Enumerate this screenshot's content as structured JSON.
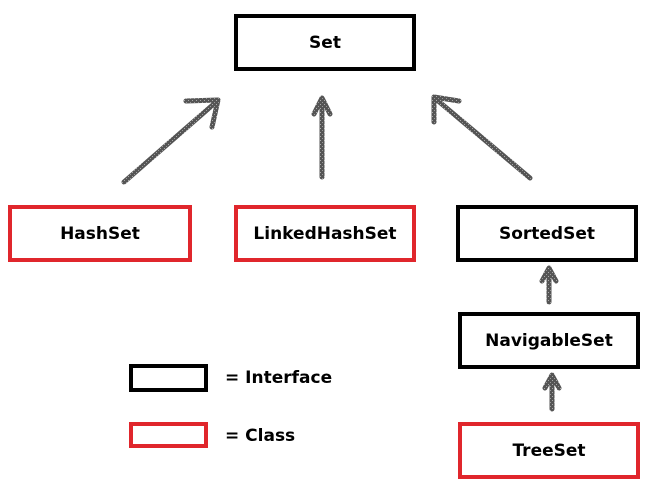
{
  "nodes": {
    "set": "Set",
    "hashset": "HashSet",
    "linkedhashset": "LinkedHashSet",
    "sortedset": "SortedSet",
    "navigableset": "NavigableSet",
    "treeset": "TreeSet"
  },
  "legend": {
    "interface_label": "=  Interface",
    "class_label": "=  Class"
  },
  "colors": {
    "interface_border": "#000000",
    "class_border": "#e0262c",
    "arrow": "#4a4a4a"
  },
  "edges": [
    {
      "from": "hashset",
      "to": "set"
    },
    {
      "from": "linkedhashset",
      "to": "set"
    },
    {
      "from": "sortedset",
      "to": "set"
    },
    {
      "from": "navigableset",
      "to": "sortedset"
    },
    {
      "from": "treeset",
      "to": "navigableset"
    }
  ]
}
